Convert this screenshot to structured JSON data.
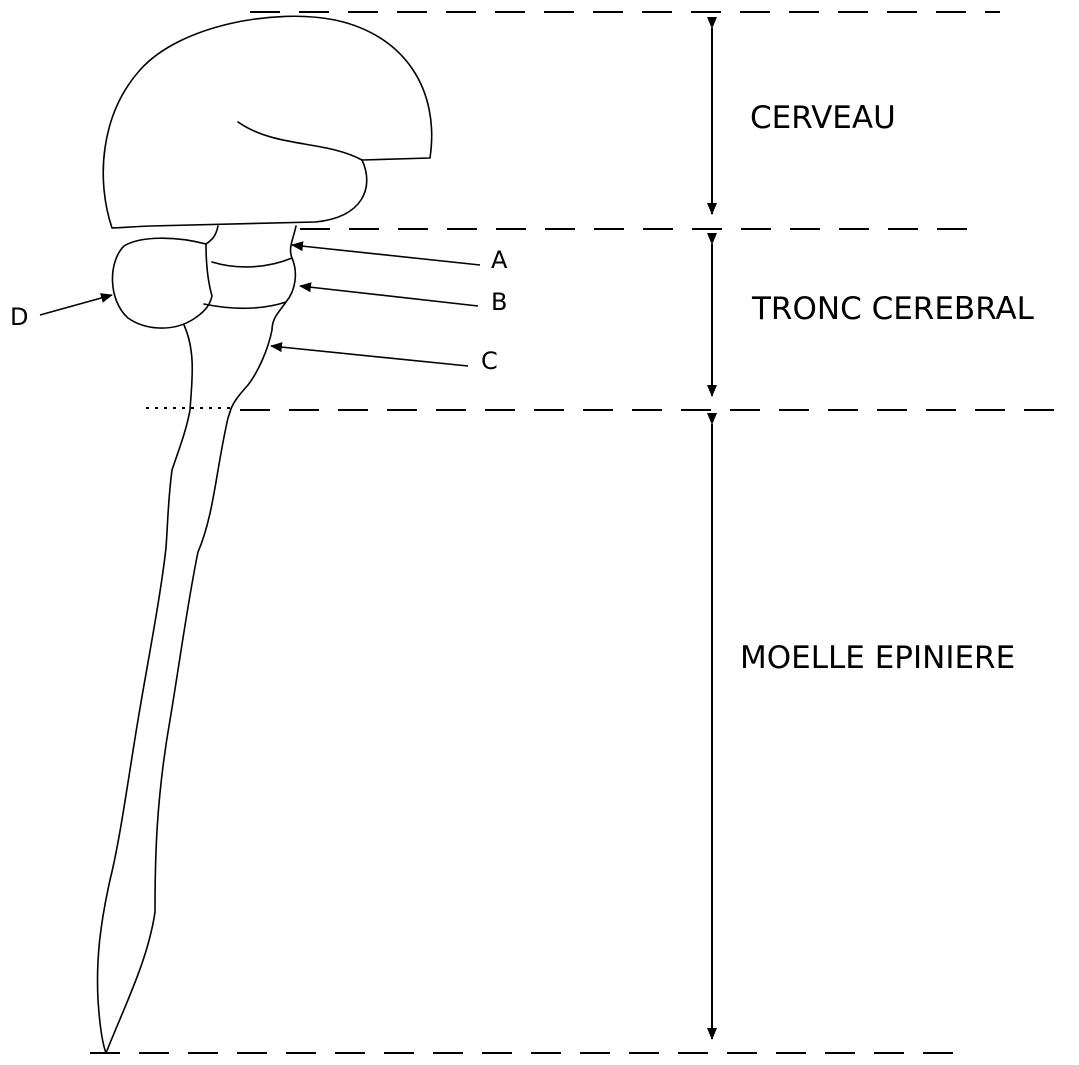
{
  "regions": {
    "cerveau": "CERVEAU",
    "tronc": "TRONC CEREBRAL",
    "moelle": "MOELLE EPINIERE"
  },
  "pointers": {
    "a": "A",
    "b": "B",
    "c": "C",
    "d": "D"
  },
  "colors": {
    "ink": "#000000",
    "background": "#ffffff"
  }
}
